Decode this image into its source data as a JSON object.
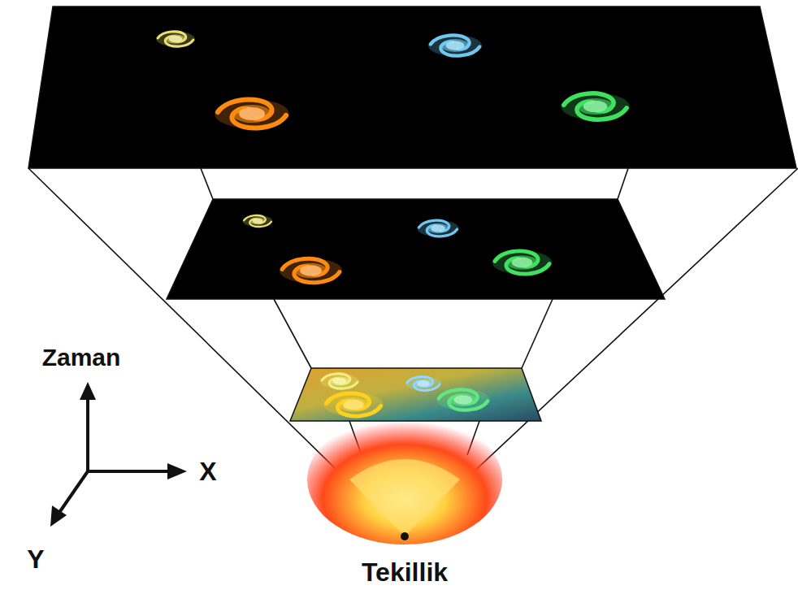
{
  "diagram": {
    "labels": [
      "Zaman",
      "X",
      "Y",
      "Tekillik"
    ]
  }
}
